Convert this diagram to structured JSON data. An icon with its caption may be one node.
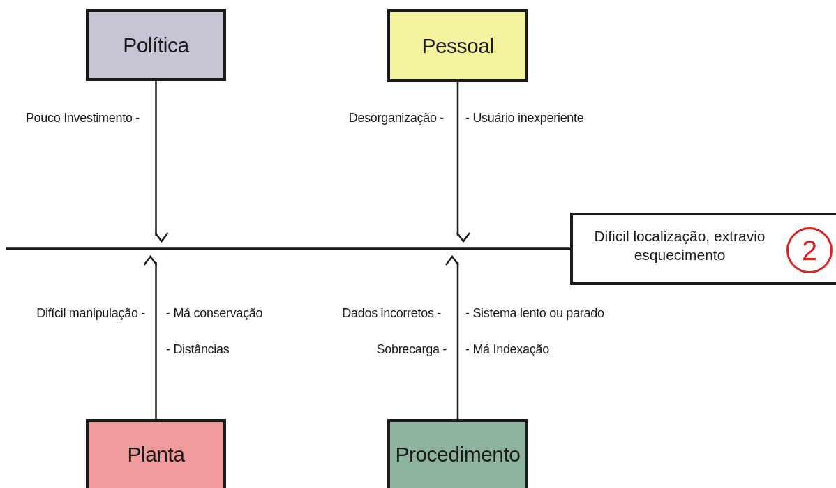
{
  "diagram": {
    "nodes": [
      {
        "text": [
          "Política"
        ]
      },
      {
        "text": [
          "Pessoal"
        ]
      },
      {
        "text": [
          "Planta"
        ]
      },
      {
        "text": [
          "Procedimento"
        ]
      },
      {
        "text": [
          "Dificil localização, extravio esquecimento"
        ]
      },
      {
        "text": [
          "2"
        ],
        "in": 4
      }
    ],
    "edges": [
      {
        "from": 0,
        "to": null,
        "arrow": "to"
      },
      {
        "from": 1,
        "to": null,
        "arrow": "to"
      },
      {
        "from": 2,
        "to": null,
        "arrow": "to"
      },
      {
        "from": 3,
        "to": null,
        "arrow": "to"
      },
      {
        "from": null,
        "to": 4,
        "arrow": "none"
      }
    ],
    "labels": [
      "Pouco Investimento -",
      "Desorganização -",
      "- Usuário inexperiente",
      "Difícil manipulação -",
      "- Má conservação",
      "- Distâncias",
      "Dados incorretos -",
      "- Sistema lento ou parado",
      "Sobrecarga -",
      "- Má Indexação"
    ]
  }
}
